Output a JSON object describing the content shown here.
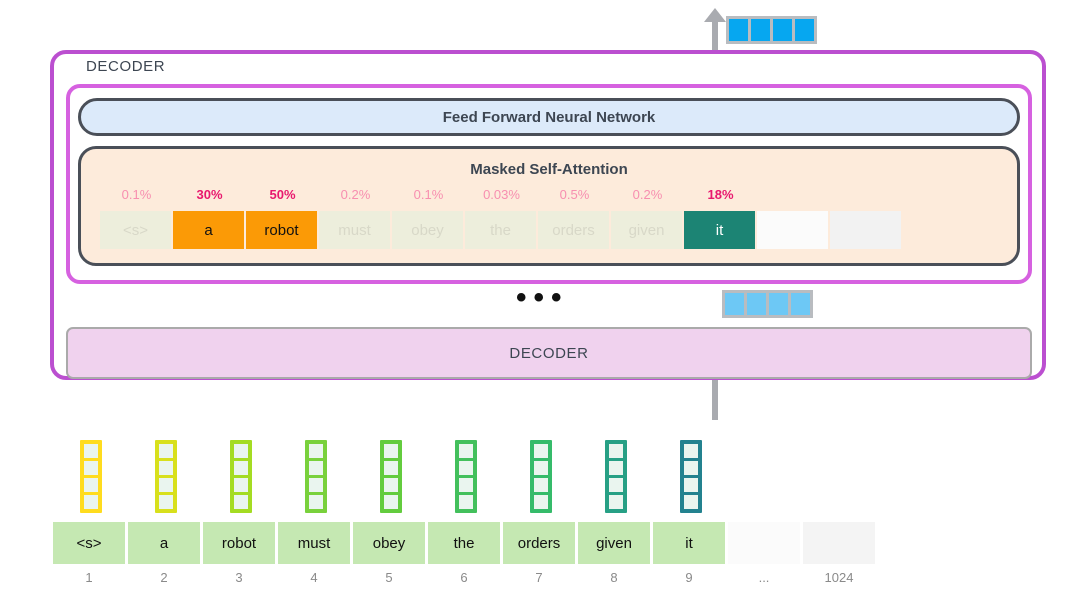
{
  "diagram": {
    "title": "GPT-2 masked self-attention decoder stack",
    "colors": {
      "purple_outer": "#bb4fd0",
      "purple_inner": "#d661e0",
      "ffnn_fill": "#dceafa",
      "attention_fill": "#fdebdb",
      "decoder_pink": "#f0d2ee",
      "highlight_orange": "#fb9a06",
      "highlight_teal": "#1c8474",
      "token_green": "#c5e8b2",
      "pct_pink": "#f78fb0",
      "pct_strong": "#e8186e",
      "arrow_grey": "#a9abb0",
      "output_blue_top": "#06a7f0",
      "output_blue_mid": "#6dc8f5"
    },
    "output_vector_top": {
      "name": "output-vector",
      "cells": 4,
      "color": "#06a7f0"
    },
    "output_vector_mid": {
      "name": "intermediate-vector",
      "cells": 4,
      "color": "#6dc8f5"
    },
    "decoder_outer_label": "DECODER",
    "ffnn_label": "Feed Forward Neural Network",
    "attention_label": "Masked Self-Attention",
    "ellipsis": "•••",
    "decoder_lower_label": "DECODER",
    "attention": {
      "tokens": [
        {
          "text": "<s>",
          "pct": "0.1%",
          "strong": false,
          "state": "dim"
        },
        {
          "text": "a",
          "pct": "30%",
          "strong": true,
          "state": "orange"
        },
        {
          "text": "robot",
          "pct": "50%",
          "strong": true,
          "state": "orange"
        },
        {
          "text": "must",
          "pct": "0.2%",
          "strong": false,
          "state": "dim"
        },
        {
          "text": "obey",
          "pct": "0.1%",
          "strong": false,
          "state": "dim"
        },
        {
          "text": "the",
          "pct": "0.03%",
          "strong": false,
          "state": "dim"
        },
        {
          "text": "orders",
          "pct": "0.5%",
          "strong": false,
          "state": "dim"
        },
        {
          "text": "given",
          "pct": "0.2%",
          "strong": false,
          "state": "dim"
        },
        {
          "text": "it",
          "pct": "18%",
          "strong": true,
          "state": "teal"
        },
        {
          "text": "",
          "pct": "",
          "strong": false,
          "state": "empty-a"
        },
        {
          "text": "",
          "pct": "",
          "strong": false,
          "state": "empty-b"
        }
      ]
    },
    "input": {
      "tokens": [
        {
          "text": "<s>",
          "index": "1",
          "state": "green",
          "bar": "#ffdc1e"
        },
        {
          "text": "a",
          "index": "2",
          "state": "green",
          "bar": "#d8e01c"
        },
        {
          "text": "robot",
          "index": "3",
          "state": "green",
          "bar": "#a4dc22"
        },
        {
          "text": "must",
          "index": "4",
          "state": "green",
          "bar": "#79d13c"
        },
        {
          "text": "obey",
          "index": "5",
          "state": "green",
          "bar": "#63cc3e"
        },
        {
          "text": "the",
          "index": "6",
          "state": "green",
          "bar": "#43c05c"
        },
        {
          "text": "orders",
          "index": "7",
          "state": "green",
          "bar": "#35bb6a"
        },
        {
          "text": "given",
          "index": "8",
          "state": "green",
          "bar": "#27a085"
        },
        {
          "text": "it",
          "index": "9",
          "state": "green",
          "bar": "#23828f"
        },
        {
          "text": "",
          "index": "...",
          "state": "empty-a",
          "bar": null
        },
        {
          "text": "",
          "index": "1024",
          "state": "empty-b",
          "bar": null
        }
      ]
    }
  }
}
